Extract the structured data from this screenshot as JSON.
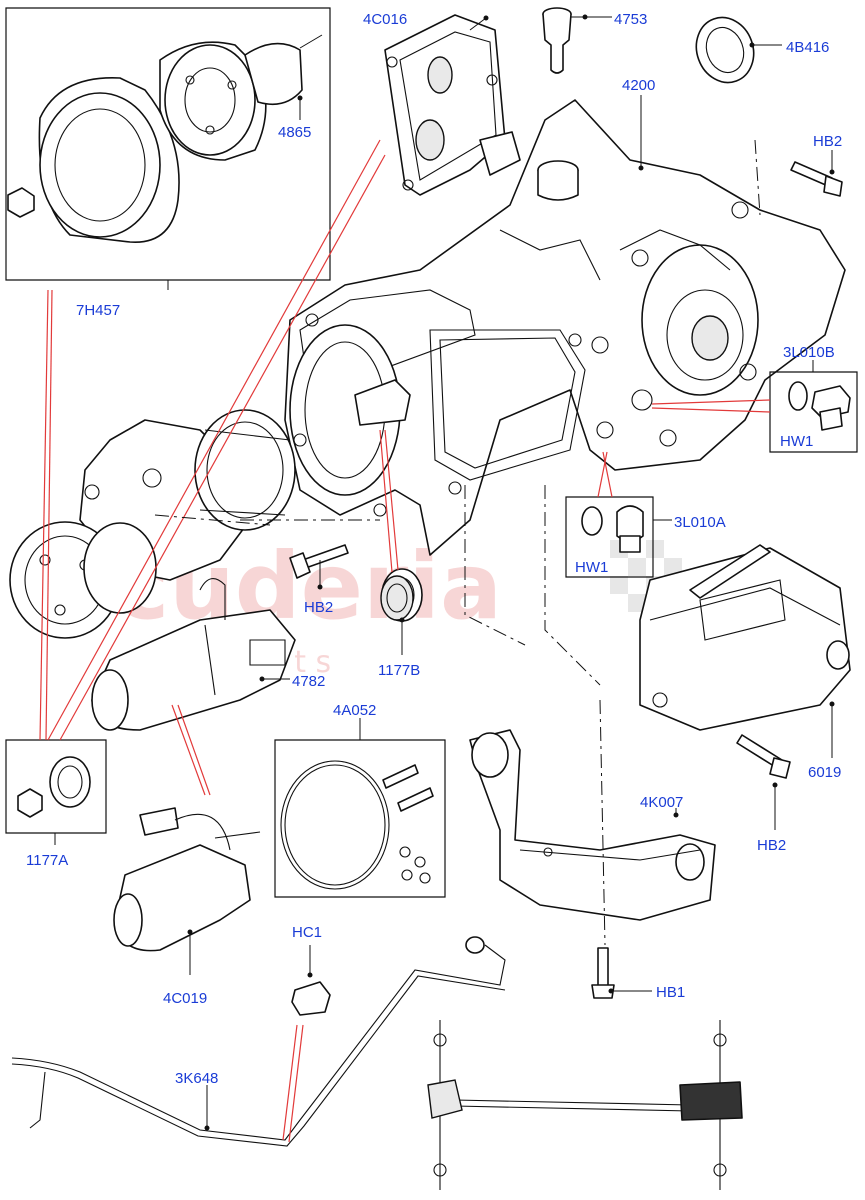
{
  "watermark": {
    "brand": "scuderia",
    "sub": "c a r   p a r t s"
  },
  "labels": {
    "p7H457": "7H457",
    "p4865": "4865",
    "p4C016": "4C016",
    "p4753": "4753",
    "p4B416": "4B416",
    "p4200": "4200",
    "pHB2_top": "HB2",
    "p3L010B": "3L010B",
    "pHW1_right": "HW1",
    "p3L010A": "3L010A",
    "pHW1_mid": "HW1",
    "pHB2_mid": "HB2",
    "p1177B": "1177B",
    "p4782": "4782",
    "p4A052": "4A052",
    "p1177A": "1177A",
    "p4C019": "4C019",
    "pHC1": "HC1",
    "p4K007": "4K007",
    "p6019": "6019",
    "pHB2_right": "HB2",
    "pHB1": "HB1",
    "p3K648": "3K648"
  },
  "colors": {
    "label": "#1a3cd6",
    "outline": "#111111",
    "callout_red": "#e23a3a",
    "watermark": "#f2b6b6"
  }
}
